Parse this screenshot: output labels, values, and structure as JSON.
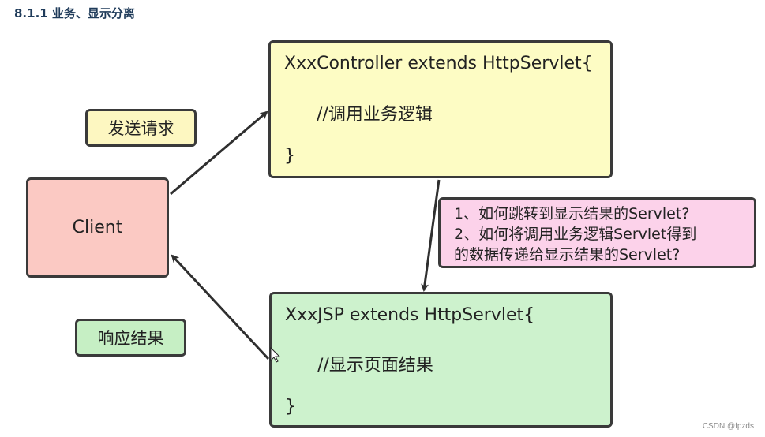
{
  "heading": "8.1.1 业务、显示分离",
  "client": {
    "label": "Client"
  },
  "send_request": {
    "label": "发送请求"
  },
  "response_result": {
    "label": "响应结果"
  },
  "controller": {
    "line1": "XxxController extends HttpServlet{",
    "line2": "//调用业务逻辑",
    "line3": "}"
  },
  "jsp": {
    "line1": "XxxJSP extends HttpServlet{",
    "line2": "//显示页面结果",
    "line3": "}"
  },
  "questions": [
    "1、如何跳转到显示结果的Servlet?",
    "2、如何将调用业务逻辑Servlet得到",
    "的数据传递给显示结果的Servlet?"
  ],
  "watermark": "CSDN @fpzds",
  "colors": {
    "client_fill": "#fbc9c3",
    "controller_fill": "#fdfcc4",
    "jsp_fill": "#cdf2cd",
    "question_fill": "#fcd2ea",
    "send_request_fill": "#fdf7c1",
    "response_result_fill": "#c6efc4"
  }
}
